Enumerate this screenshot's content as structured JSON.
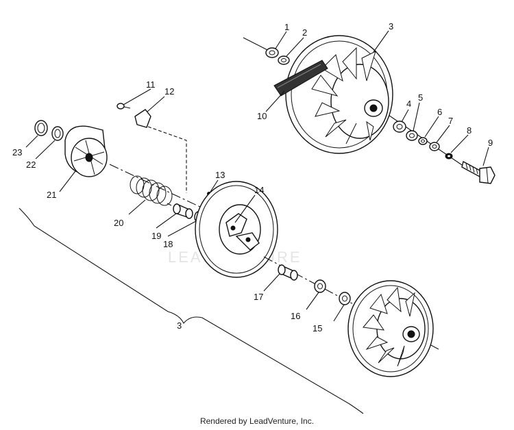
{
  "watermark": "LEADVENTURE",
  "footer": "Rendered by LeadVenture, Inc.",
  "callouts": {
    "c1": "1",
    "c2": "2",
    "c3a": "3",
    "c3b": "3",
    "c4": "4",
    "c5": "5",
    "c6": "6",
    "c7": "7",
    "c8": "8",
    "c9": "9",
    "c10": "10",
    "c11": "11",
    "c12": "12",
    "c13": "13",
    "c14": "14",
    "c15": "15",
    "c16": "16",
    "c17": "17",
    "c18": "18",
    "c19": "19",
    "c20": "20",
    "c21": "21",
    "c22": "22",
    "c23": "23"
  }
}
